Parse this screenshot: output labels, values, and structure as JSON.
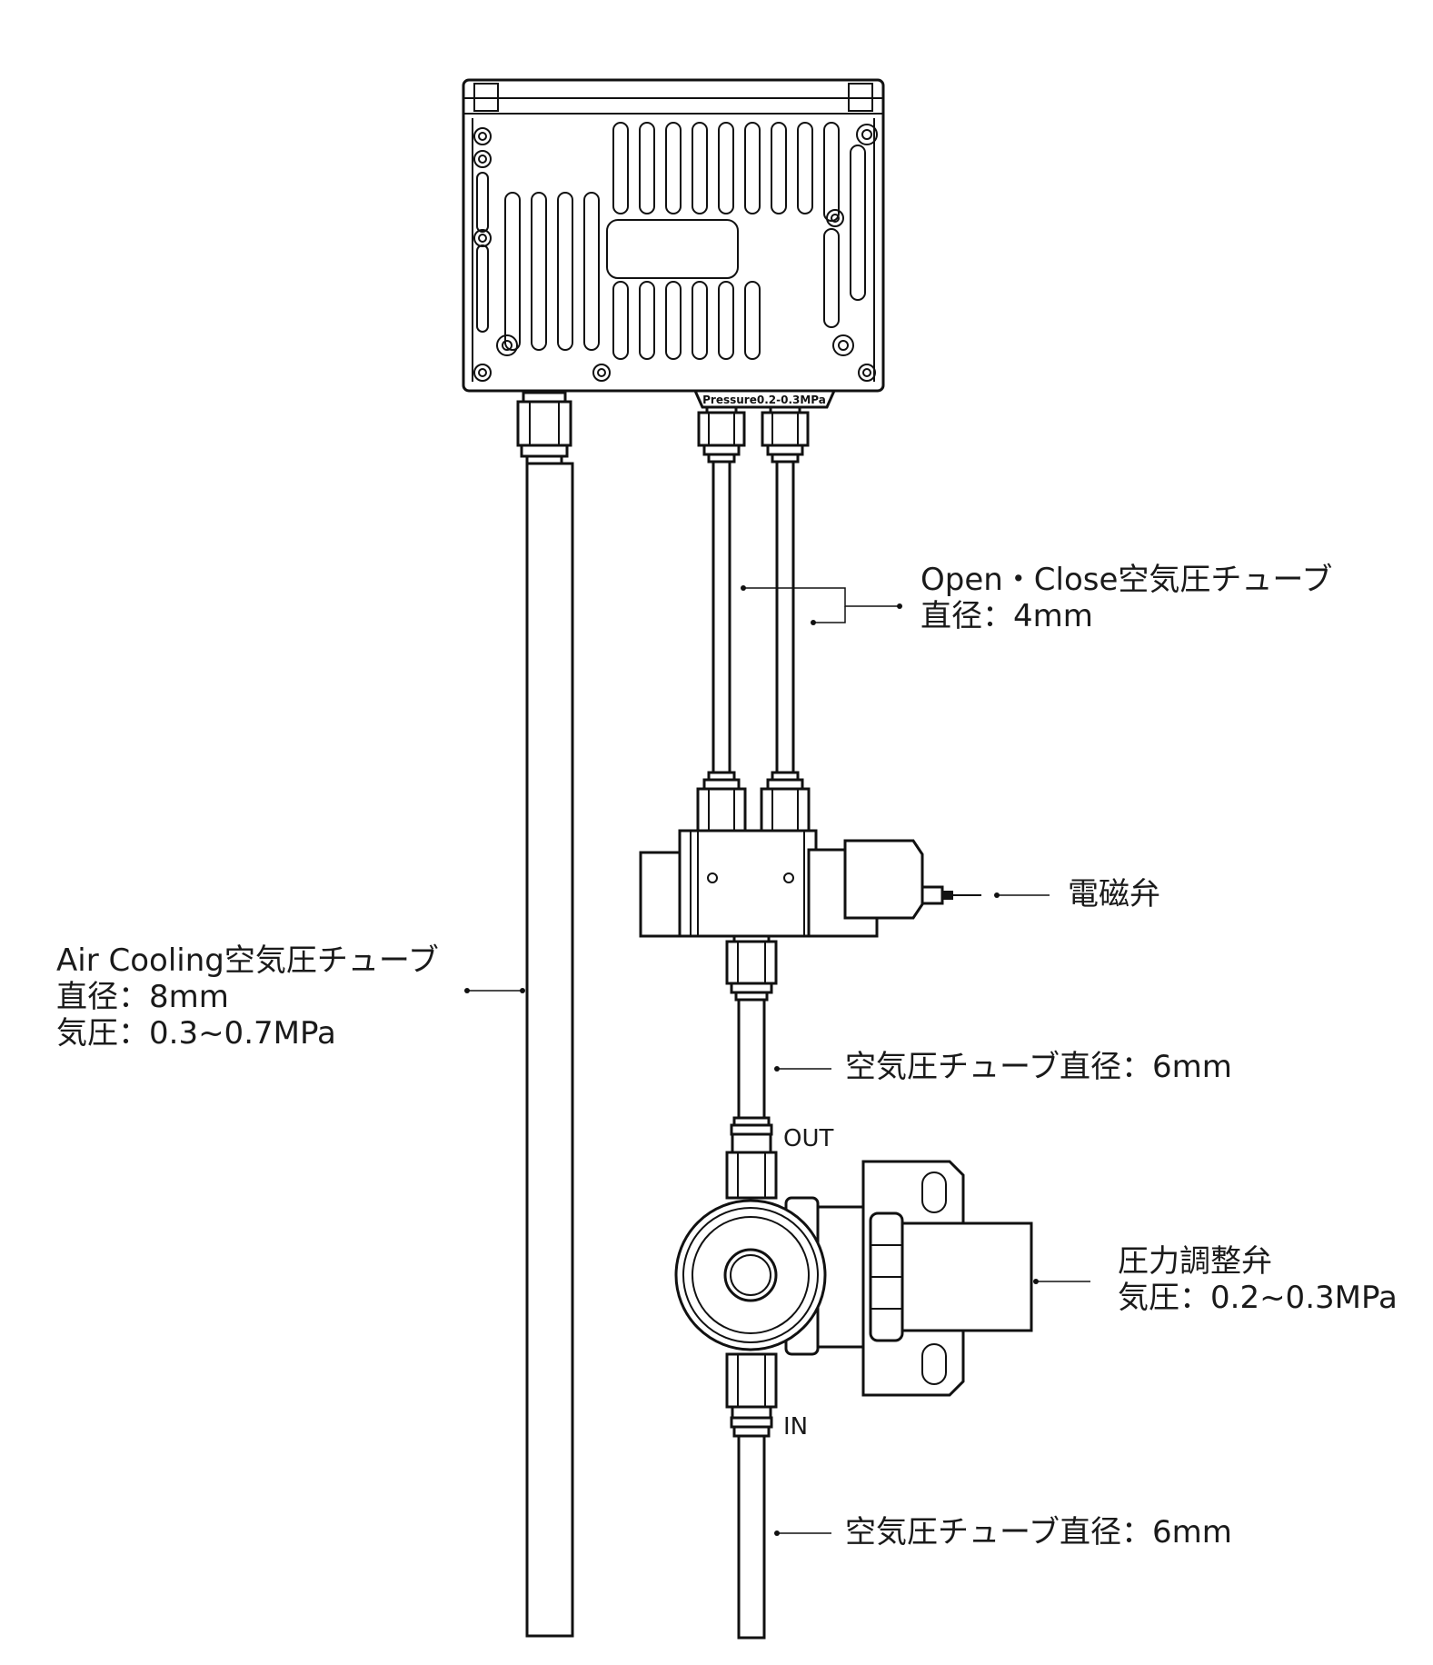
{
  "labels": {
    "open_close_tube": {
      "title": "Open・Close空気圧チューブ",
      "line2": "直径：4mm"
    },
    "solenoid_valve": {
      "title": "電磁弁"
    },
    "air_cooling_tube": {
      "title": "Air Cooling空気圧チューブ",
      "line2": "直径：8mm",
      "line3": "気圧：0.3~0.7MPa"
    },
    "supply_tube_out": {
      "title": "空気圧チューブ直径：6mm"
    },
    "supply_tube_in": {
      "title": "空気圧チューブ直径：6mm"
    },
    "pressure_regulator": {
      "title": "圧力調整弁",
      "line2": "気圧：0.2~0.3MPa"
    }
  },
  "ports": {
    "out": "OUT",
    "in": "IN"
  },
  "housing_tag": "Pressure0.2-0.3MPa",
  "colors": {
    "line": "#111111",
    "fill": "#ffffff"
  }
}
